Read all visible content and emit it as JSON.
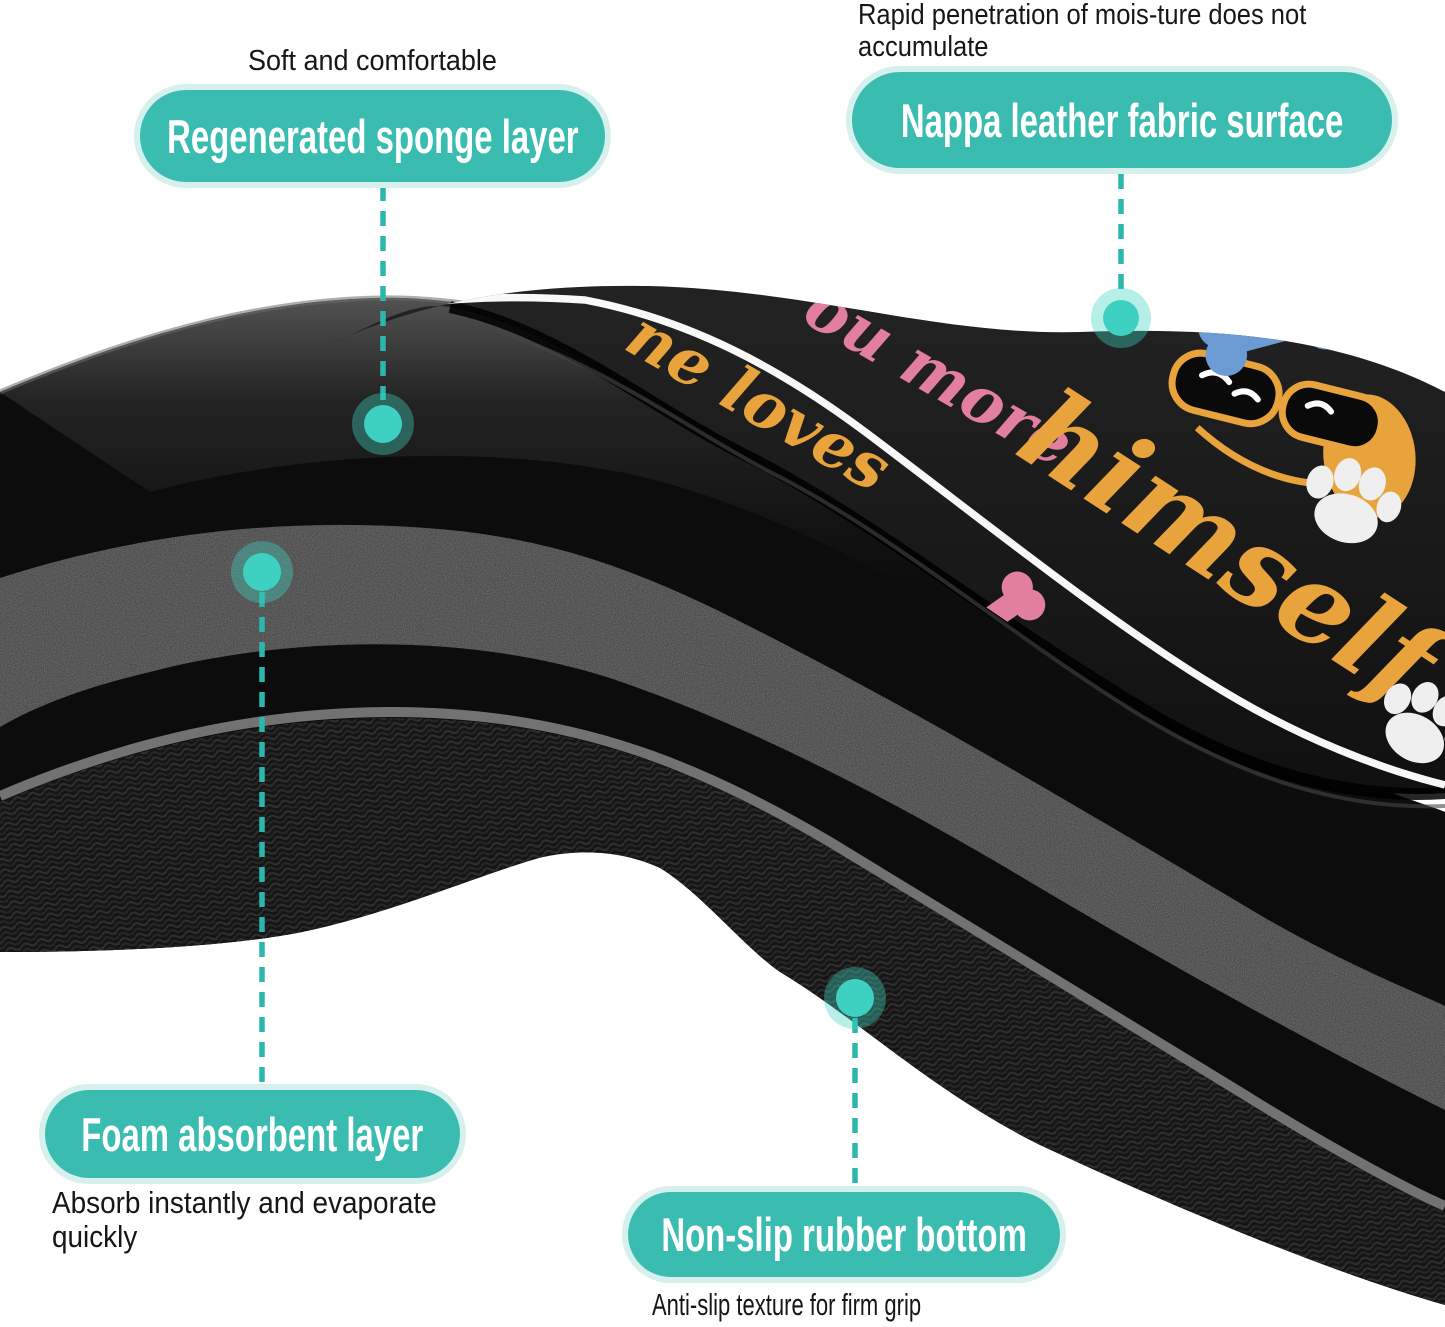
{
  "colors": {
    "teal": "#3bbcb1",
    "teal_ring": "#d6f0ed",
    "dot": "#3ed1c2",
    "dash": "#2cb7ac",
    "ink": "#161616",
    "pink": "#e27f9f",
    "gold": "#e8a33d",
    "blue": "#6b9bd2",
    "paw": "#efefef",
    "stripe": "#787878",
    "mat_black": "#141414"
  },
  "callouts": {
    "sponge": {
      "note": "Soft and comfortable",
      "label": "Regenerated sponge layer"
    },
    "surface": {
      "note": "Rapid penetration of mois-ture does not accumulate",
      "label": "Nappa leather fabric surface"
    },
    "foam": {
      "label": "Foam absorbent layer",
      "note": "Absorb instantly and evaporate quickly"
    },
    "rubber": {
      "label": "Non-slip rubber bottom",
      "note": "Anti-slip texture for firm grip"
    }
  },
  "mat_print": {
    "script_fragment_1": "ou more",
    "script_fragment_2": "ne loves",
    "script_fragment_3": "himself",
    "icon_names": [
      "dog-face-sunglasses-icon",
      "paw-print-icon",
      "bone-icon"
    ]
  }
}
